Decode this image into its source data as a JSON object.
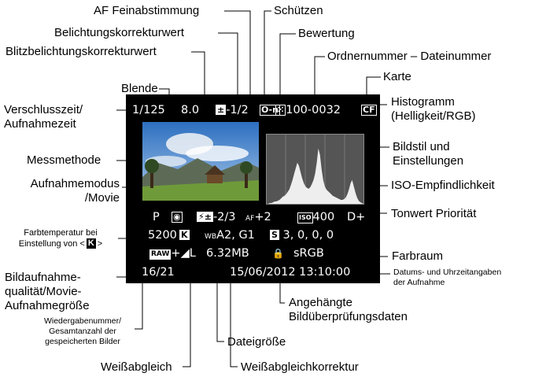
{
  "labels": {
    "af_fine": "AF Feinabstimmung",
    "protect": "Schützen",
    "exp_comp": "Belichtungskorrekturwert",
    "rating": "Bewertung",
    "flash_comp": "Blitzbelichtungskorrekturwert",
    "folder_file": "Ordnernummer – Dateinummer",
    "card": "Karte",
    "aperture": "Blende",
    "shutter_1": "Verschlusszeit/",
    "shutter_2": "Aufnahmezeit",
    "histogram_1": "Histogramm",
    "histogram_2": "(Helligkeit/RGB)",
    "picture_style_1": "Bildstil und",
    "picture_style_2": "Einstellungen",
    "metering": "Messmethode",
    "shoot_mode_1": "Aufnahmemodus",
    "shoot_mode_2": "/Movie",
    "iso": "ISO-Empfindlichkeit",
    "tone_priority": "Tonwert Priorität",
    "color_temp_1": "Farbtemperatur bei",
    "color_temp_2": "Einstellung von <",
    "color_temp_3": ">",
    "color_space": "Farbraum",
    "image_quality_1": "Bildaufnahme-",
    "image_quality_2": "qualität/Movie-",
    "image_quality_3": "Aufnahmegröße",
    "datetime_1": "Datums- und Uhrzeitangaben",
    "datetime_2": "der Aufnahme",
    "verification_1": "Angehängte",
    "verification_2": "Bildüberprüfungsdaten",
    "playback_1": "Wiedergabenummer/",
    "playback_2": "Gesamtanzahl der",
    "playback_3": "gespeicherten Bilder",
    "file_size": "Dateigröße",
    "wb": "Weißabgleich",
    "wb_correction": "Weißabgleichkorrektur"
  },
  "screen": {
    "shutter": "1/125",
    "aperture": "8.0",
    "exp_comp_icon": "±",
    "exp_comp": "-1/2",
    "protect_icon": "O-n",
    "rating_icon": "⁙",
    "folder_file": "100-0032",
    "card": "CF",
    "mode": "P",
    "metering_icon": "◉",
    "flash_icon": "⚡±",
    "flash_comp": "-2/3",
    "af_icon": "AF",
    "af_fine": "+2",
    "iso_icon": "ISO",
    "iso": "400",
    "tone_priority": "D+",
    "color_temp": "5200",
    "k_icon": "K",
    "wb_icon": "WB",
    "wb_shift": "A2, G1",
    "style_icon": "S",
    "style_values": "3, 0, 0, 0",
    "quality_icon": "RAW",
    "quality_plus": "+◢L",
    "file_size": "6.32MB",
    "lock_icon": "🔒",
    "color_space": "sRGB",
    "playback": "16/21",
    "datetime": "15/06/2012 13:10:00"
  },
  "histogram": [
    0,
    0,
    1,
    1,
    2,
    3,
    3,
    4,
    5,
    7,
    9,
    10,
    12,
    15,
    18,
    24,
    30,
    38,
    45,
    52,
    48,
    40,
    32,
    26,
    22,
    20,
    19,
    21,
    25,
    30,
    38,
    52,
    70,
    62,
    44,
    30,
    22,
    18,
    16,
    14,
    12,
    10,
    9,
    8,
    7,
    6,
    5,
    5,
    6,
    8,
    12,
    18,
    26,
    30,
    22,
    14,
    8,
    4,
    2,
    1,
    0
  ]
}
